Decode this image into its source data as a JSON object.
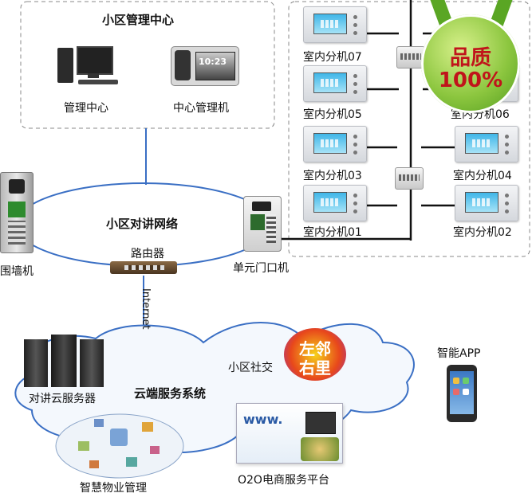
{
  "management": {
    "title": "小区管理中心",
    "pc_label": "管理中心",
    "phone_label": "中心管理机",
    "phone_screen_text": "10:23"
  },
  "network": {
    "title": "小区对讲网络",
    "router_label": "路由器",
    "wall_label": "围墙机",
    "door_label": "单元门口机",
    "internet_label": "Internet"
  },
  "indoor_units": [
    "室内分机07",
    "室内分机05",
    "室内分机06",
    "室内分机03",
    "室内分机04",
    "室内分机01",
    "室内分机02"
  ],
  "badge": {
    "line1": "品质",
    "line2": "100%"
  },
  "cloud": {
    "title": "云端服务系统",
    "server_label": "对讲云服务器",
    "social_label": "小区社交",
    "social_logo_line1": "左邻",
    "social_logo_line2": "右里",
    "property_label": "智慧物业管理",
    "ecommerce_label": "O2O电商服务平台",
    "ecommerce_url": "www."
  },
  "app_label": "智能APP"
}
